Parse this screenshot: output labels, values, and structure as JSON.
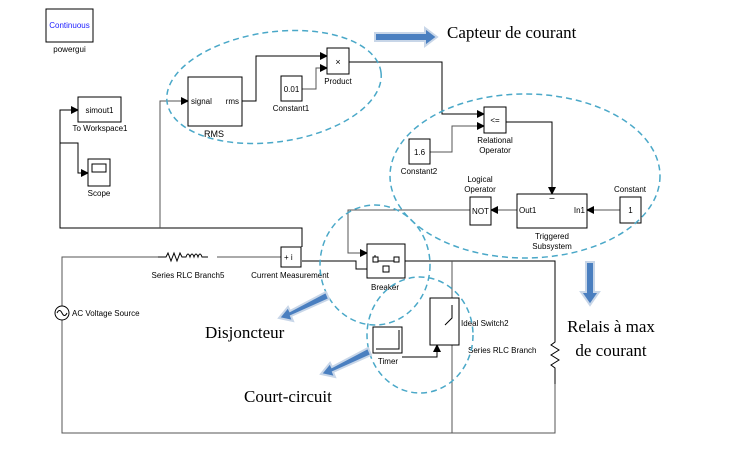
{
  "blocks": {
    "powergui": {
      "text": "Continuous",
      "label": "powergui",
      "text_color": "#2020ff"
    },
    "to_workspace": {
      "text": "simout1",
      "label": "To Workspace1"
    },
    "scope": {
      "label": "Scope"
    },
    "rms": {
      "in": "signal",
      "out": "rms",
      "label": "RMS"
    },
    "constant1": {
      "value": "0.01",
      "label": "Constant1"
    },
    "product": {
      "text": "×",
      "label": "Product"
    },
    "relational": {
      "text": "<=",
      "label1": "Relational",
      "label2": "Operator"
    },
    "constant2": {
      "value": "1.6",
      "label": "Constant2"
    },
    "logical": {
      "text": "NOT",
      "label1": "Logical",
      "label2": "Operator"
    },
    "triggered": {
      "in": "In1",
      "out": "Out1",
      "label1": "Triggered",
      "label2": "Subsystem"
    },
    "constant": {
      "value": "1",
      "label": "Constant"
    },
    "rlc5": {
      "label": "Series RLC Branch5"
    },
    "current_meas": {
      "label": "Current Measurement"
    },
    "ac_source": {
      "label": "AC Voltage Source"
    },
    "breaker": {
      "label": "Breaker"
    },
    "ideal_switch": {
      "label": "Ideal Switch2"
    },
    "timer": {
      "label": "Timer"
    },
    "rlc": {
      "label": "Series RLC Branch"
    }
  },
  "annotations": {
    "capteur": "Capteur de courant",
    "relais1": "Relais à max",
    "relais2": "de courant",
    "disjoncteur": "Disjoncteur",
    "court_circuit": "Court-circuit"
  },
  "colors": {
    "ellipse": "#4aa8c8",
    "arrow": "#4a7fc0"
  }
}
